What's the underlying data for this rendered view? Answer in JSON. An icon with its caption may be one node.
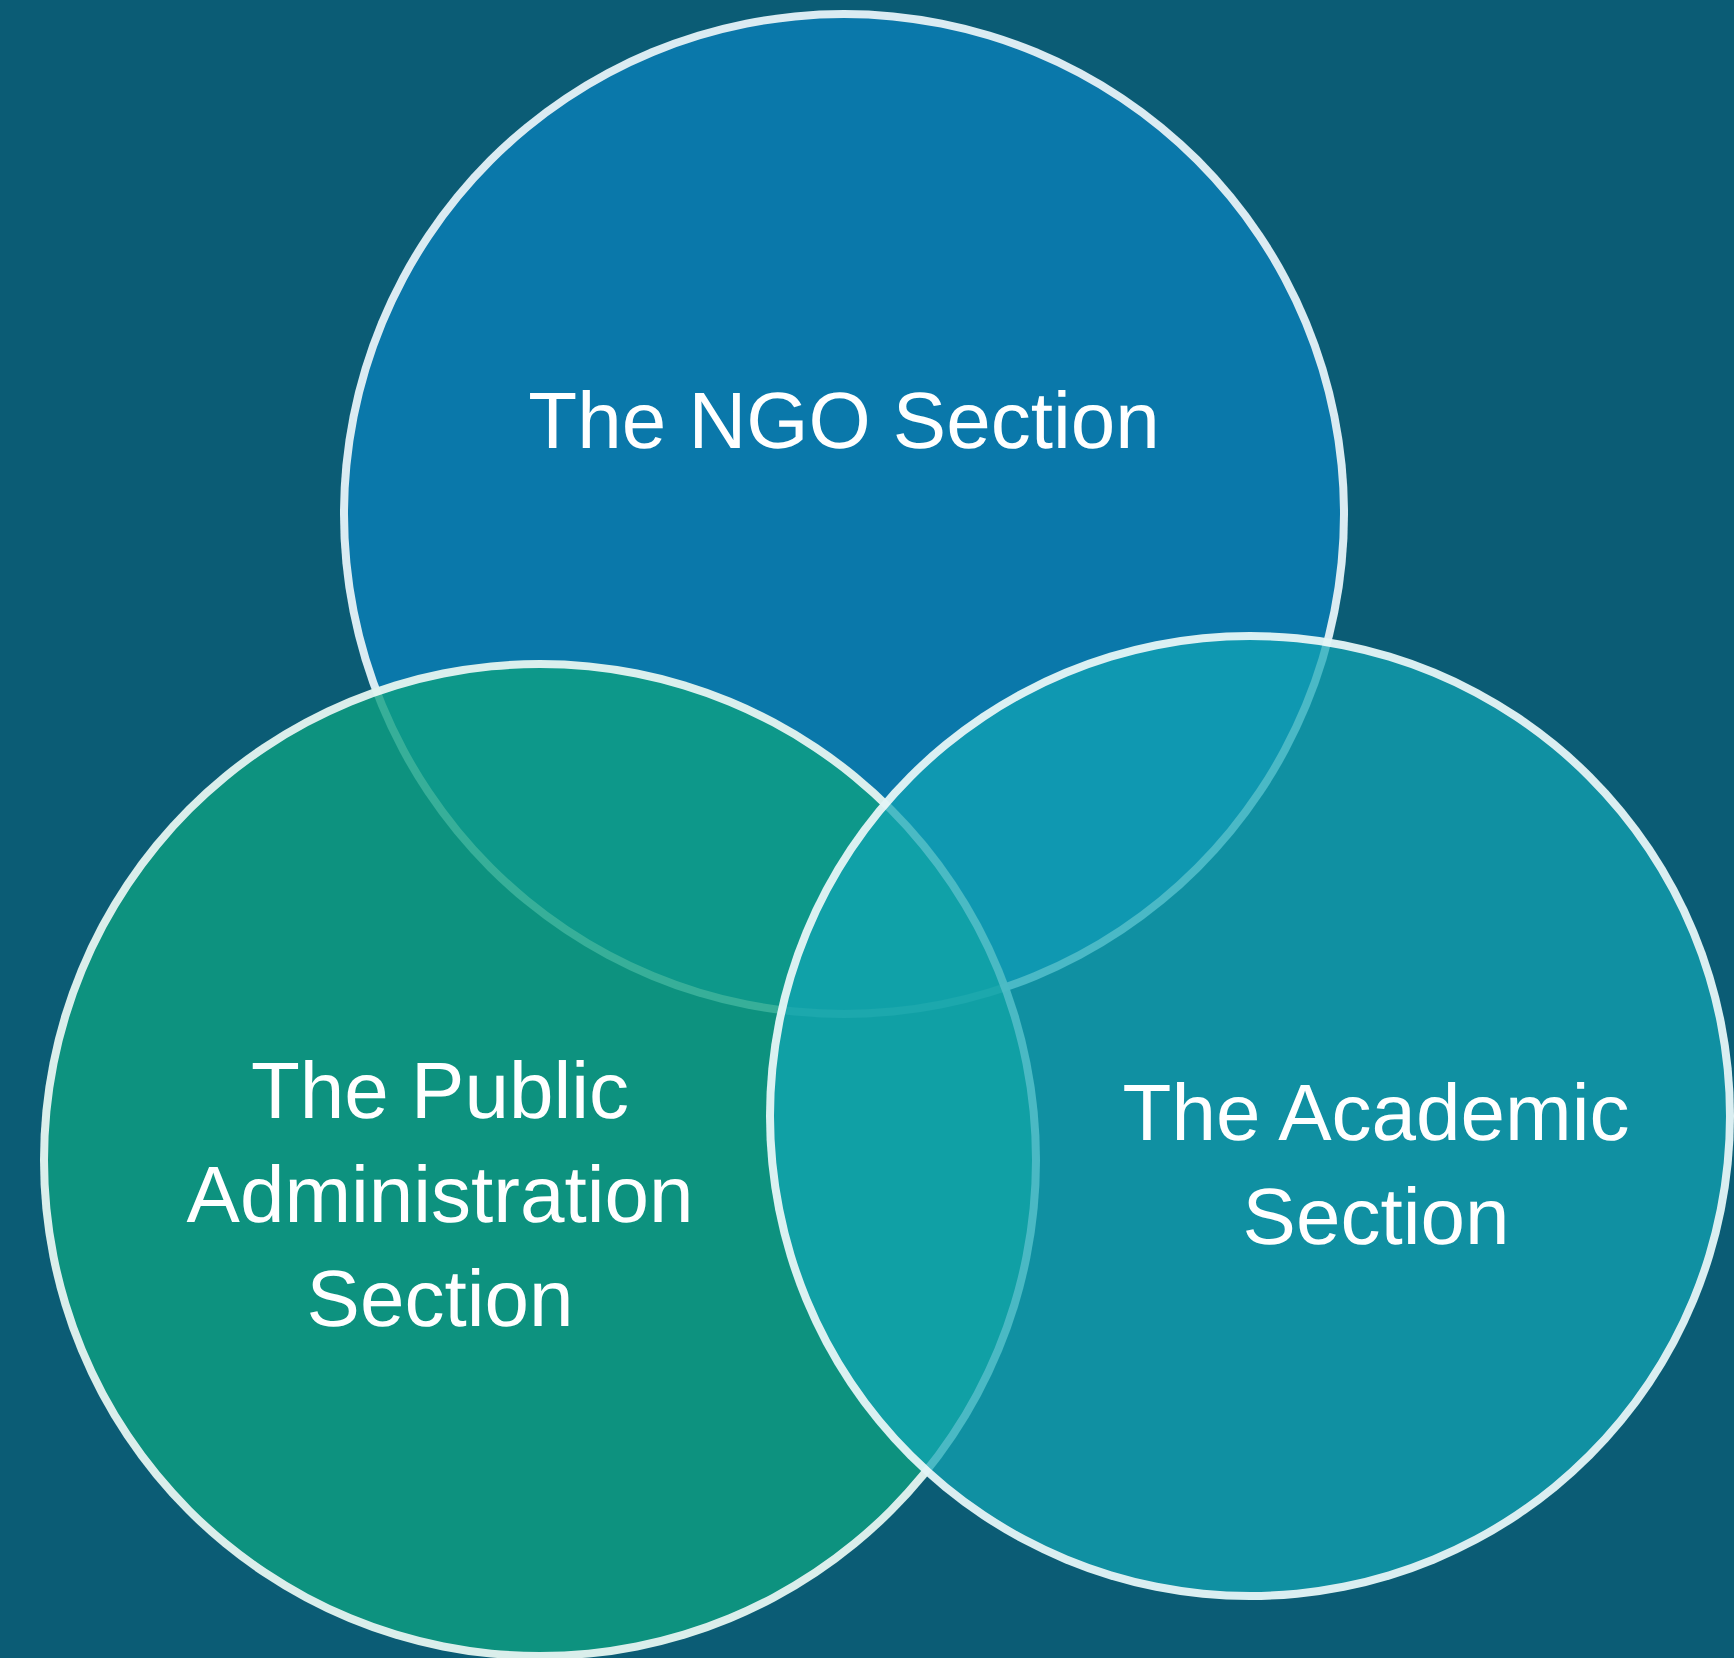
{
  "diagram": {
    "nodes": [
      {
        "text": [
          "The NGO Section"
        ]
      },
      {
        "text": [
          "The Public Administration Section"
        ]
      },
      {
        "text": [
          "The Academic Section"
        ]
      }
    ]
  }
}
